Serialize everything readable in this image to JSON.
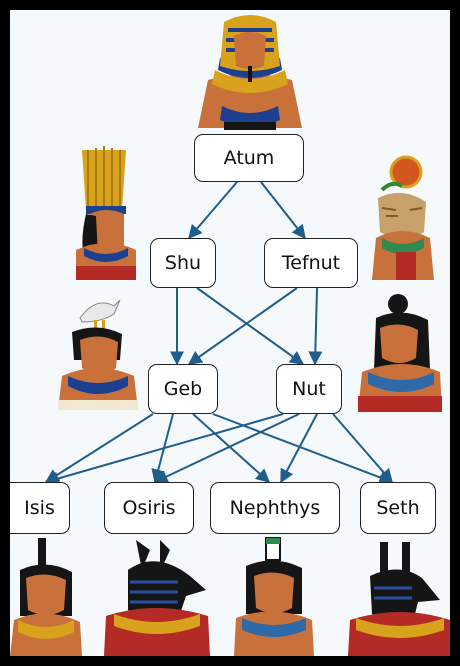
{
  "diagram": {
    "nodes": [
      {
        "id": "atum",
        "label": "Atum"
      },
      {
        "id": "shu",
        "label": "Shu"
      },
      {
        "id": "tefnut",
        "label": "Tefnut"
      },
      {
        "id": "geb",
        "label": "Geb"
      },
      {
        "id": "nut",
        "label": "Nut"
      },
      {
        "id": "isis",
        "label": "Isis"
      },
      {
        "id": "osiris",
        "label": "Osiris"
      },
      {
        "id": "nephthys",
        "label": "Nephthys"
      },
      {
        "id": "seth",
        "label": "Seth"
      }
    ],
    "edges": [
      [
        "atum",
        "shu"
      ],
      [
        "atum",
        "tefnut"
      ],
      [
        "shu",
        "geb"
      ],
      [
        "shu",
        "nut"
      ],
      [
        "tefnut",
        "geb"
      ],
      [
        "tefnut",
        "nut"
      ],
      [
        "geb",
        "isis"
      ],
      [
        "geb",
        "osiris"
      ],
      [
        "geb",
        "nephthys"
      ],
      [
        "geb",
        "seth"
      ],
      [
        "nut",
        "isis"
      ],
      [
        "nut",
        "osiris"
      ],
      [
        "nut",
        "nephthys"
      ],
      [
        "nut",
        "seth"
      ]
    ],
    "colors": {
      "arrow": "#1f5d8a",
      "skin": "#c9713a",
      "gold": "#d9a21c",
      "blue": "#1d3f8f",
      "red": "#b42a24",
      "black": "#151515"
    }
  }
}
